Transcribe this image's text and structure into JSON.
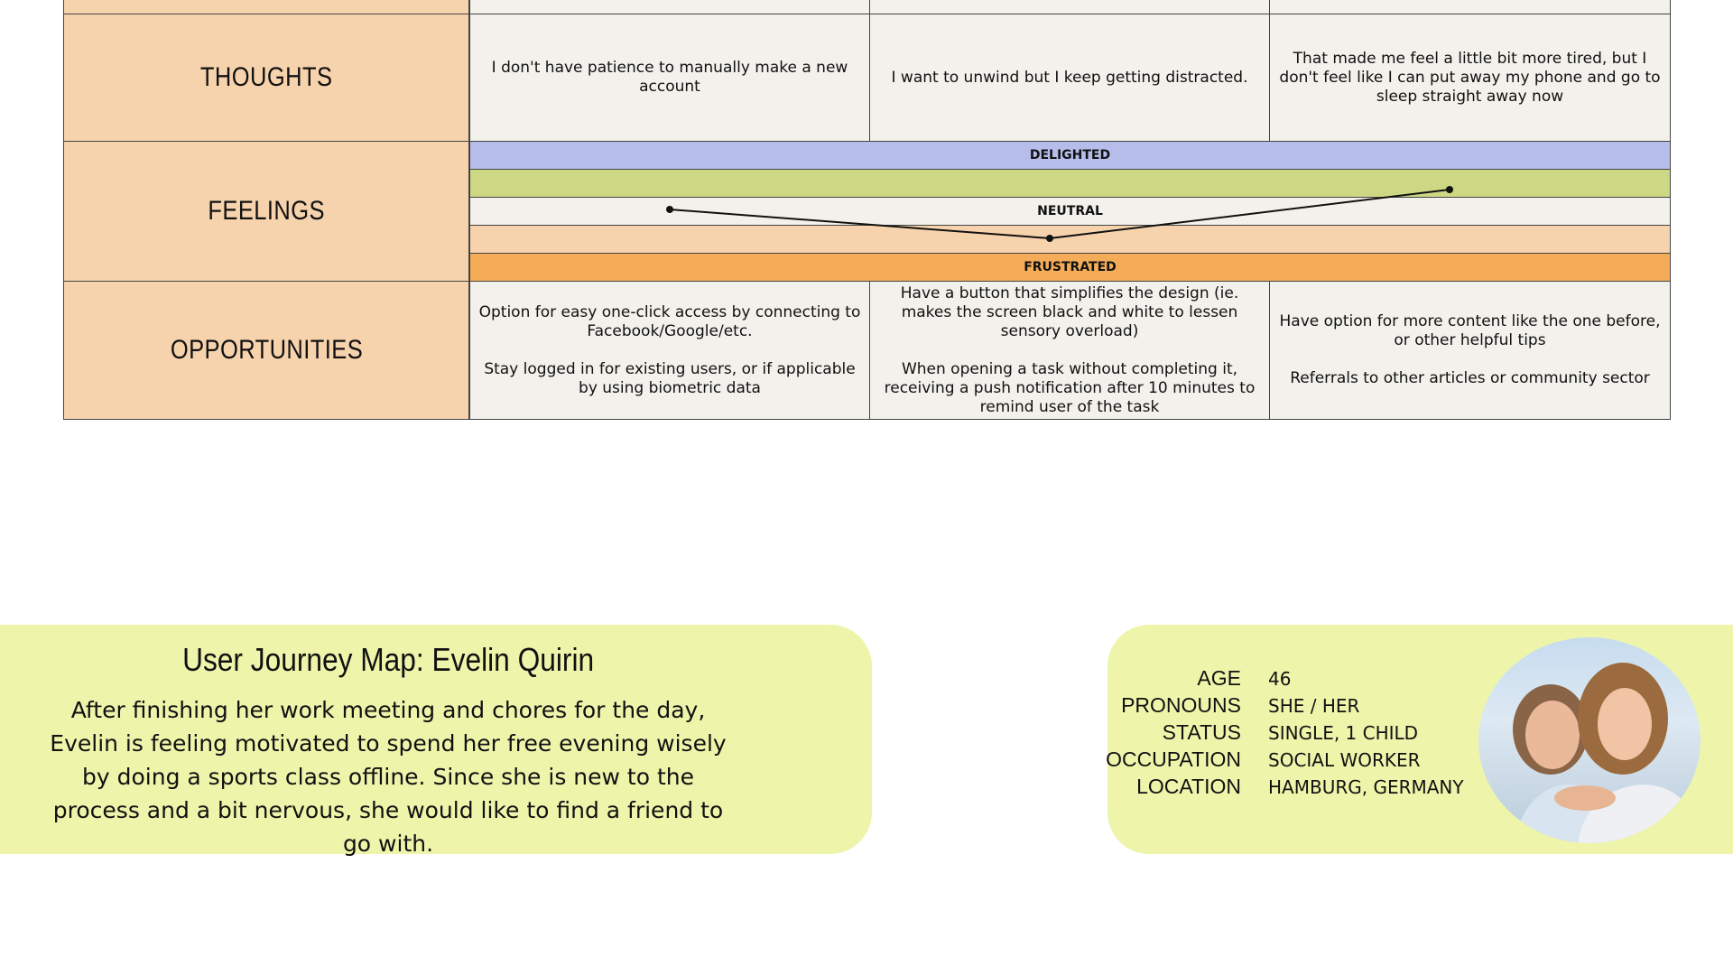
{
  "rows": {
    "thoughts": {
      "label": "THOUGHTS",
      "cells": [
        "I don't have patience to manually make a new account",
        "I want to unwind but I keep getting distracted.",
        "That made me feel a little bit more tired, but I don't feel like I can put away my phone and go to sleep straight away now"
      ]
    },
    "feelings": {
      "label": "FEELINGS",
      "bands": {
        "delighted": "DELIGHTED",
        "neutral": "NEUTRAL",
        "frustrated": "FRUSTRATED"
      },
      "levels": [
        0,
        -1,
        1
      ],
      "scale_note": "levels: 2=delighted, 1=slightly positive, 0=neutral, -1=slightly negative, -2=frustrated"
    },
    "opportunities": {
      "label": "OPPORTUNITIES",
      "cells": [
        [
          "Option for easy one-click access by connecting to Facebook/Google/etc.",
          "Stay logged in for existing users, or if applicable by using biometric data"
        ],
        [
          "Have a button that simplifies the design (ie. makes the screen black and white to lessen sensory overload)",
          "When opening a task without completing it, receiving a push notification after 10 minutes to remind user of the task"
        ],
        [
          "Have option for more content like the one before, or other helpful tips",
          "Referrals to other articles or community sector"
        ]
      ]
    }
  },
  "story": {
    "title": "User Journey Map: Evelin Quirin",
    "text": "After finishing her work meeting and chores for the day, Evelin is feeling motivated to spend her free evening wisely by doing a sports class offline. Since she is new to the process and a bit nervous, she would like to find a friend to go with."
  },
  "profile": {
    "fields": [
      {
        "key": "AGE",
        "value": "46"
      },
      {
        "key": "PRONOUNS",
        "value": "SHE / HER"
      },
      {
        "key": "STATUS",
        "value": "SINGLE, 1 CHILD"
      },
      {
        "key": "OCCUPATION",
        "value": "SOCIAL WORKER"
      },
      {
        "key": "LOCATION",
        "value": "HAMBURG, GERMANY"
      }
    ]
  },
  "colors": {
    "label_bg": "#f7d3ad",
    "cell_bg": "#f3f1ec",
    "delighted": "#b7bdea",
    "positive": "#cdd884",
    "neutral": "#f3f1ec",
    "negative": "#f7d3ad",
    "frustrated": "#f5ac58",
    "card": "#eef5ab"
  }
}
